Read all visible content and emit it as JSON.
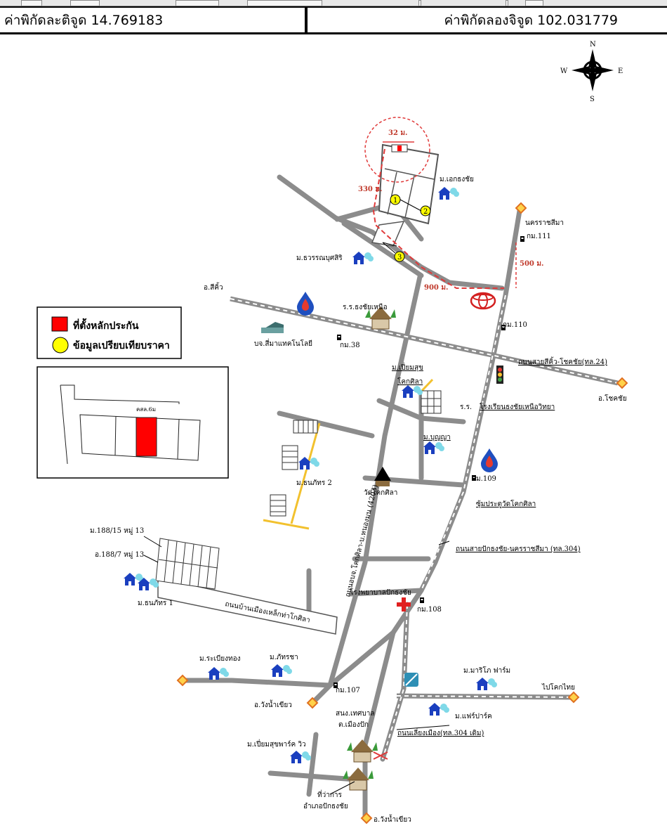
{
  "coordinates": {
    "latitude_label": "ค่าพิกัดละติจูด 14.769183",
    "longitude_label": "ค่าพิกัดลองจิจูด 102.031779"
  },
  "compass": {
    "n": "N",
    "s": "S",
    "e": "E",
    "w": "W"
  },
  "legend": {
    "items": [
      {
        "label": "ที่ตั้งหลักประกัน",
        "color": "#ff0000",
        "shape": "square"
      },
      {
        "label": "ข้อมูลเปรียบเทียบราคา",
        "color": "#ffff00",
        "shape": "circle"
      }
    ]
  },
  "inset": {
    "road_label": "คสล.6ม"
  },
  "distances": {
    "d32": "32 ม.",
    "d330": "330 ม.",
    "d900": "900 ม.",
    "d500": "500 ม."
  },
  "comparison_points": [
    "1",
    "2",
    "3"
  ],
  "places": {
    "ekthongchai": "ม.เอกธงชัย",
    "thawanbunsiri": "ม.ธวรรณบุศสิริ",
    "nakhonratchasima": "นครราชสีมา",
    "km111": "กม.111",
    "sikhio": "อ.สีคิ้ว",
    "school_nong": "ร.ร.ธงชัยเหนือ",
    "bs_samakkhi": "บจ.สี่มาแทคโนโลยี",
    "km38": "กม.38",
    "km110": "กม.110",
    "road24": "ถนนสายสีคิ้ว-โชคชัย(ทล.24)",
    "chokchai": "อ.โชคชัย",
    "pruetsuk": "ม.เปี่ยมสุข",
    "khoksila": "โคกศิลา",
    "school_thongchai": "โรงเรียนธงชัยเหนือวิทยา",
    "school_short": "ร.ร.",
    "bunnakha": "ม.บุญญา",
    "km109": "กม.109",
    "thanaphat2": "ม.ธนภัทร 2",
    "wat_khoksila": "วัดโคกศิลา",
    "gate_khoksila": "ซุ้มประตูวัดโคกศิลา",
    "road4203": "ถนนอบจ.โคกศิลา-บ.หนองมน (4203)",
    "road304": "ถนนสายปักธงชัย-นครราชสีมา (ทล.304)",
    "m188_15": "ม.188/15 หมู่ 13",
    "m188_7": "อ.188/7 หมู่ 13",
    "thanaphat1": "ม.ธนภัทร 1",
    "road_lakhin": "ถนนบ้านเมืองเหล็กท่าโกศิลา",
    "hospital": "โรงพยาบาลปักธงชัย",
    "km108": "กม.108",
    "rathanathong": "ม.ระเบียงทอง",
    "thammarat": "ม.ภัทรชา",
    "km107": "กม.107",
    "wangnamkhiao": "อ.วังน้ำเขียว",
    "mari_farm": "ม.มาริโภ ฟาร์ม",
    "to_khorat": "ไปโคกไทย",
    "municipality": "สนง.เทศบาล",
    "mueangpak": "ต.เมืองปัก",
    "fairpark": "ม.แฟร์ปาร์ค",
    "road_bypass": "ถนนเลี่ยงเมือง(ทล.304 เดิม)",
    "piamsuk_village": "ม.เปี่ยมสุขพาร์ค วิว",
    "district_office": "ที่ว่าการ",
    "district_name": "อำเภอปักธงชัย",
    "wangnamkhiao2": "อ.วังน้ำเขียว"
  }
}
